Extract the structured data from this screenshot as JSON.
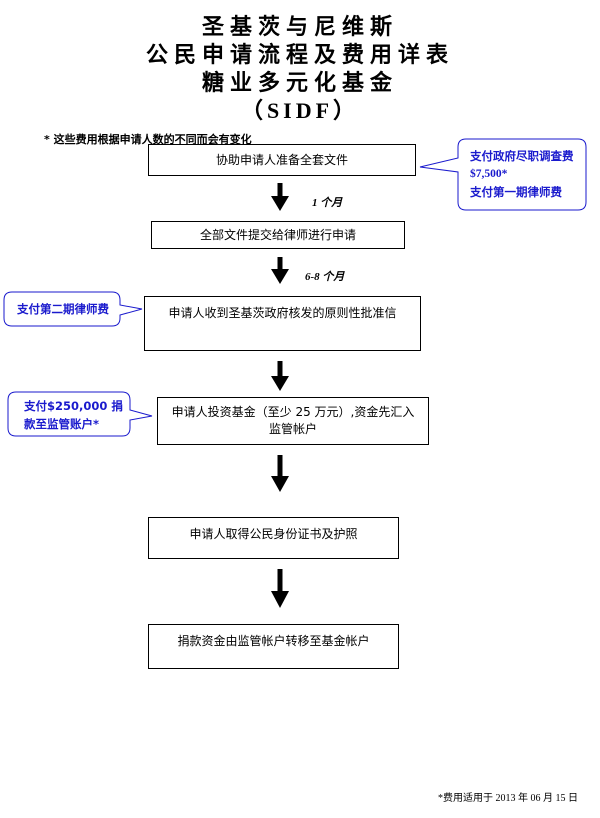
{
  "title": {
    "line1": "圣基茨与尼维斯",
    "line2": "公民申请流程及费用详表",
    "line3": "糖业多元化基金",
    "line4": "（SIDF）"
  },
  "note": "*  这些费用根据申请人数的不同而会有变化",
  "steps": [
    "协助申请人准备全套文件",
    "全部文件提交给律师进行申请",
    "申请人收到圣基茨政府核发的原则性批准信",
    "申请人投资基金（至少 25 万元）,资金先汇入监管帐户",
    "申请人取得公民身份证书及护照",
    "捐款资金由监管帐户转移至基金帐户"
  ],
  "durations": [
    "1 个月",
    "6-8 个月"
  ],
  "callouts": {
    "c1": [
      "支付政府尽职调查费",
      "$7,500*",
      "支付第一期律师费"
    ],
    "c2": [
      "支付第二期律师费"
    ],
    "c3": [
      "支付$250,000 捐",
      "款至监管账户*"
    ]
  },
  "colors": {
    "callout_text": "#1a1acd",
    "callout_border": "#1a1acd"
  },
  "footer": "*费用适用于 2013 年 06 月 15 日"
}
